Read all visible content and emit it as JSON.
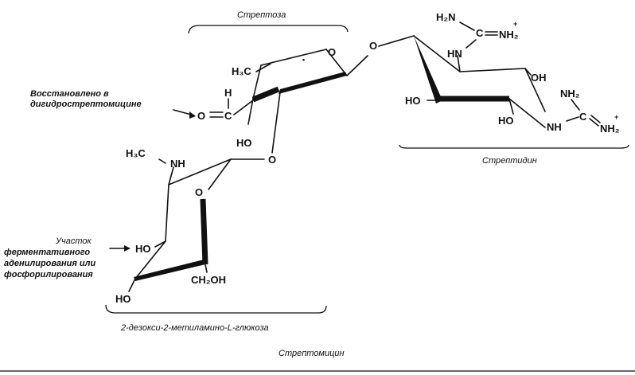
{
  "labels": {
    "streptose": "Стрептоза",
    "streptidine": "Стрептидин",
    "glucosamine": "2-дезокси-2-метиламино-L-глюкоза",
    "streptomycin": "Стрептомицин",
    "reduced_line1": "Восстановлено в",
    "reduced_line2": "дигидрострептомицине",
    "site_line1": "Участок",
    "site_line2": "ферментативного",
    "site_line3": "аденилирования или",
    "site_line4": "фосфорилирования"
  },
  "atoms": {
    "h3c_top": "H₃C",
    "o_ring_streptose": "O",
    "plus_dot": "•",
    "o_link_top": "O",
    "h2n_top": "H₂N",
    "c_guan1": "C",
    "nh2_plus1": "NH₂",
    "plus1": "+",
    "hn_1": "HN",
    "oh_strept_r": "OH",
    "ho_strept_l": "HO",
    "nh2_guan2": "NH₂",
    "c_guan2": "C",
    "nh_2": "NH",
    "nh2_plus2": "NH₂",
    "plus2": "+",
    "ho_strept_b": "HO",
    "o_aldehyde": "O",
    "c_aldehyde": "C",
    "h_aldehyde": "H",
    "ho_streptose": "HO",
    "o_link_mid": "O",
    "h3c_nh": "H₃C",
    "nh_glc": "NH",
    "o_ring_glc": "O",
    "ho_glc_l": "HO",
    "ch2oh": "CH₂OH",
    "ho_glc_b": "HO"
  }
}
